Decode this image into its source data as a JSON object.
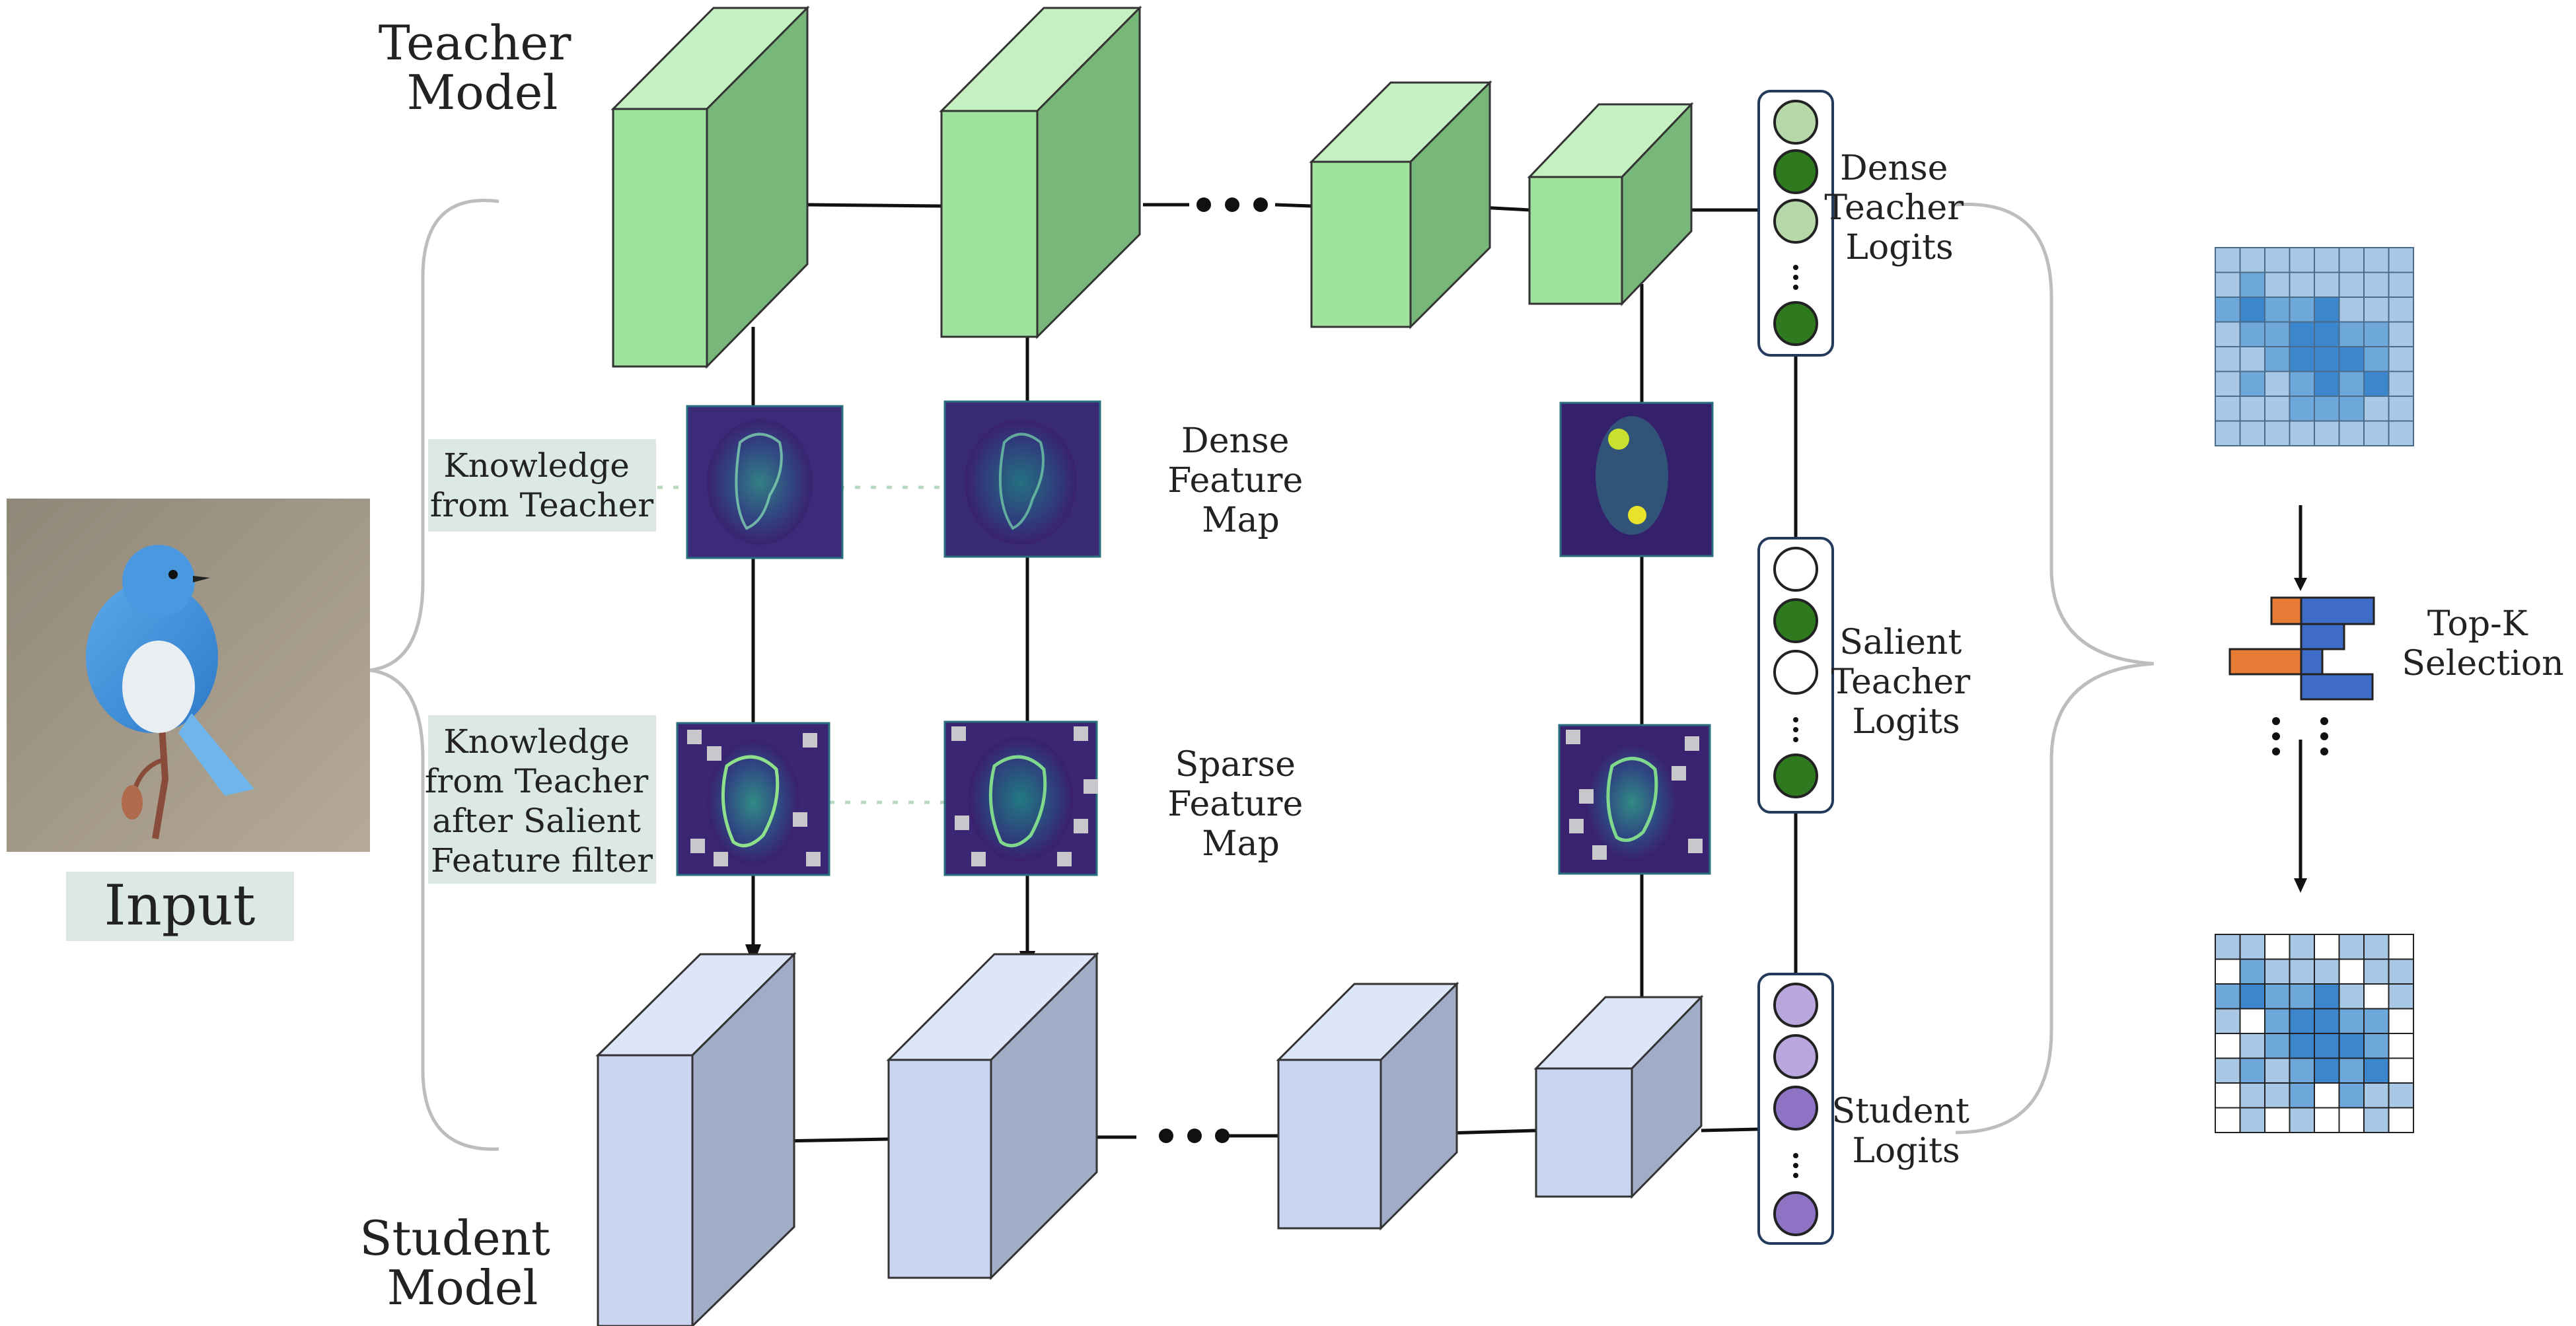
{
  "labels": {
    "teacher_model": [
      "Teacher",
      "Model"
    ],
    "student_model": [
      "Student",
      "Model"
    ],
    "input": "Input",
    "knowledge_from_teacher": [
      "Knowledge",
      "from Teacher"
    ],
    "knowledge_after_filter": [
      "Knowledge",
      "from Teacher",
      "after Salient",
      "Feature filter"
    ],
    "dense_feature_map": [
      "Dense",
      "Feature",
      "Map"
    ],
    "sparse_feature_map": [
      "Sparse",
      "Feature",
      "Map"
    ],
    "dense_teacher_logits": [
      "Dense",
      "Teacher",
      "Logits"
    ],
    "salient_teacher_logits": [
      "Salient",
      "Teacher",
      "Logits"
    ],
    "student_logits": [
      "Student",
      "Logits"
    ],
    "topk_selection": [
      "Top-K",
      "Selection"
    ]
  },
  "colors": {
    "teacher_front": "#9ee29e",
    "teacher_side": "#77b87a",
    "teacher_top": "#c4f0c2",
    "student_front": "#c8d4f0",
    "student_side": "#a1acc6",
    "student_top": "#dde5f8",
    "logit_light_green": "#b6d8a8",
    "logit_dark_green": "#2f7a1f",
    "logit_purple_light": "#b9a6dc",
    "logit_purple_dark": "#8e73c4",
    "label_box": "#dbe8e4",
    "bar_orange": "#e87b35",
    "bar_blue": "#3f6cc4",
    "grid_light": "#a9c8e6",
    "grid_mid": "#6ea7d9",
    "grid_dark": "#3b86cc"
  },
  "icons": {
    "input_image": "bird-photo",
    "feature_maps": "heatmap-image"
  }
}
